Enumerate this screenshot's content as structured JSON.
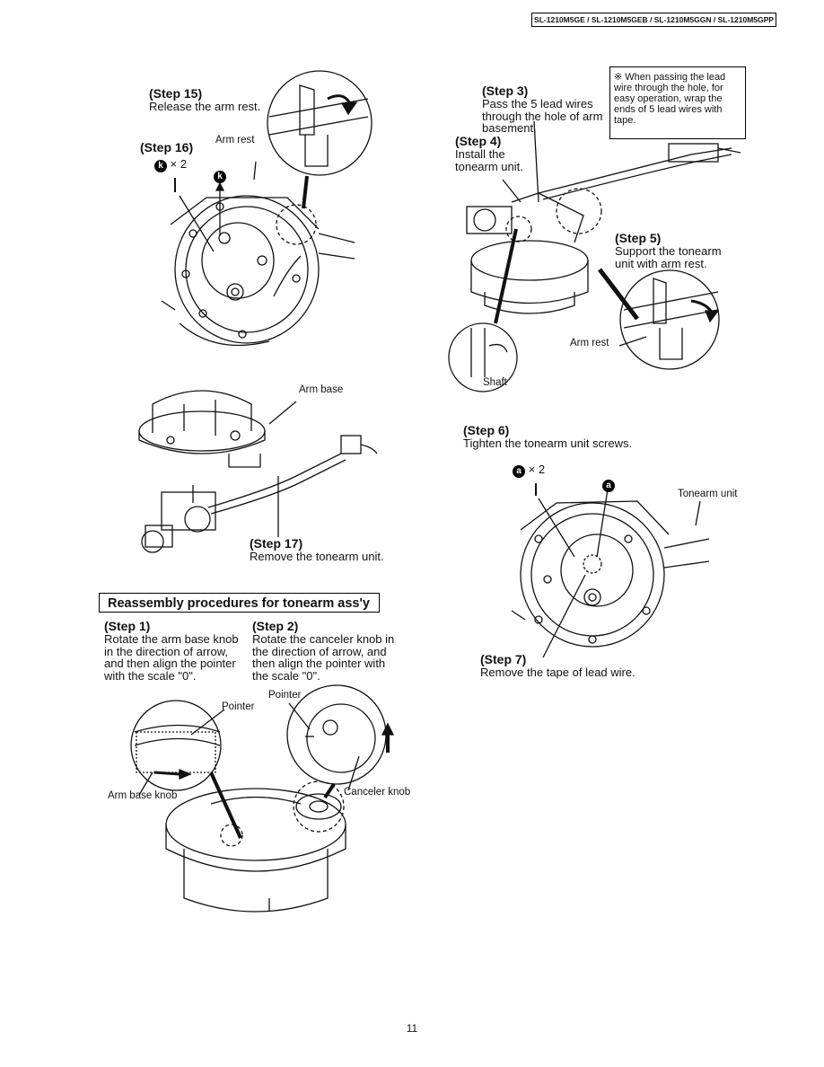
{
  "header": {
    "models": "SL-1210M5GE / SL-1210M5GEB / SL-1210M5GGN / SL-1210M5GPP"
  },
  "left": {
    "step15": {
      "title": "(Step 15)",
      "text": "Release the arm rest."
    },
    "arm_rest_label": "Arm rest",
    "step16": {
      "title": "(Step 16)",
      "screw_letter": "k",
      "screw_count": "× 2"
    },
    "arm_base_label": "Arm base",
    "step17": {
      "title": "(Step 17)",
      "text": "Remove the tonearm unit."
    }
  },
  "right": {
    "note": "※ When passing the lead wire through the hole, for easy operation, wrap the ends of 5 lead wires with tape.",
    "step3": {
      "title": "(Step 3)",
      "lines": [
        "Pass the 5 lead wires",
        "through the hole of arm",
        "basement."
      ]
    },
    "step4": {
      "title": "(Step 4)",
      "lines": [
        "Install the",
        "tonearm unit."
      ]
    },
    "step5": {
      "title": "(Step 5)",
      "lines": [
        "Support the tonearm",
        "unit with arm rest."
      ]
    },
    "shaft_label": "Shaft",
    "arm_rest_label": "Arm rest",
    "step6": {
      "title": "(Step 6)",
      "text": "Tighten the tonearm unit screws.",
      "screw_letter": "a",
      "screw_count": "× 2"
    },
    "tonearm_unit_label": "Tonearm unit",
    "step7": {
      "title": "(Step 7)",
      "text": "Remove the tape of lead wire."
    }
  },
  "reassembly": {
    "heading": "Reassembly procedures for tonearm ass'y",
    "step1": {
      "title": "(Step 1)",
      "lines": [
        "Rotate the arm base knob",
        "in the direction of arrow,",
        "and then align the pointer",
        "with the scale \"0\"."
      ]
    },
    "step2": {
      "title": "(Step 2)",
      "lines": [
        "Rotate the canceler knob in",
        "the direction of arrow, and",
        "then align the pointer with",
        "the scale \"0\"."
      ]
    },
    "pointer_label_1": "Pointer",
    "pointer_label_2": "Pointer",
    "arm_base_knob_label": "Arm base knob",
    "canceler_knob_label": "Canceler knob"
  },
  "page_number": "11"
}
